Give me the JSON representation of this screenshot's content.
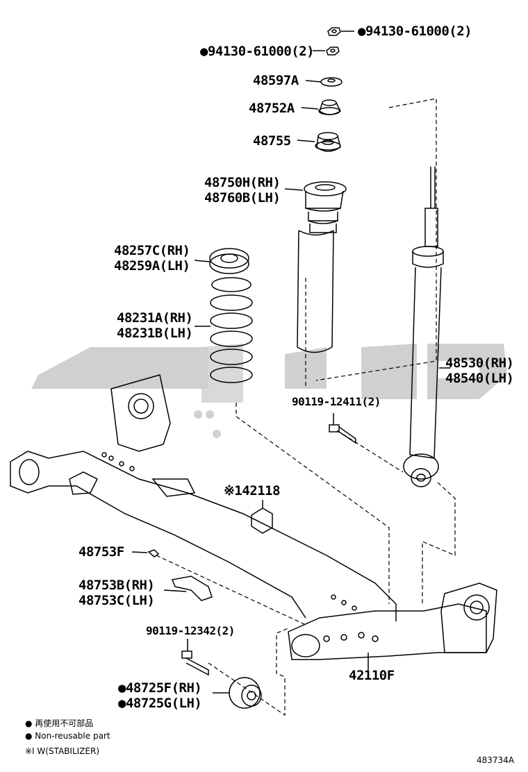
{
  "parts": {
    "nut_top": "●94130-61000(2)",
    "nut_second": "●94130-61000(2)",
    "washer": "48597A",
    "support_cushion": "48752A",
    "upper_seat": "48755",
    "bump_stopper_rh": "48750H(RH)",
    "bump_stopper_lh": "48760B(LH)",
    "spring_seat_rh": "48257C(RH)",
    "spring_seat_lh": "48259A(LH)",
    "coil_spring_rh": "48231A(RH)",
    "coil_spring_lh": "48231B(LH)",
    "shock_rh": "48530(RH)",
    "shock_lh": "48540(LH)",
    "bolt_shock": "90119-12411(2)",
    "stabilizer_bracket": "※142118",
    "clip": "48753F",
    "bracket_rh": "48753B(RH)",
    "bracket_lh": "48753C(LH)",
    "bolt_axle": "90119-12342(2)",
    "bushing_rh": "●48725F(RH)",
    "bushing_lh": "●48725G(LH)",
    "axle_beam": "42110F"
  },
  "legend": {
    "line_jp": "● 再使用不可部品",
    "line_en": "● Non-reusable part",
    "line_note": "※I W(STABILIZER)"
  },
  "figure_id": "483734A",
  "colors": {
    "line": "#000000",
    "watermark": "#c8c8c8"
  }
}
